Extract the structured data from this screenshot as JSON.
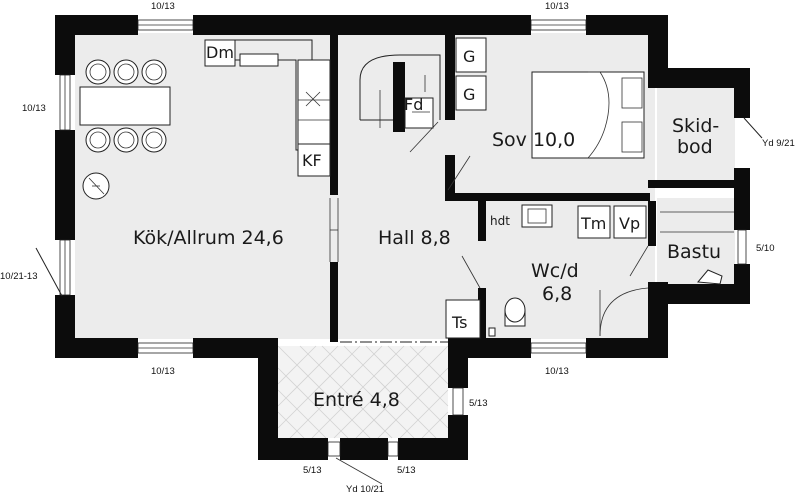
{
  "rooms": {
    "kitchen": "Kök/Allrum 24,6",
    "hall": "Hall 8,8",
    "bedroom": "Sov 10,0",
    "wc_line1": "Wc/d",
    "wc_line2": "6,8",
    "entrance": "Entré 4,8",
    "storage_line1": "Skid-",
    "storage_line2": "bod",
    "sauna": "Bastu"
  },
  "fixtures": {
    "dishwasher": "Dm",
    "fridge_freezer": "KF",
    "fireplace": "Fd",
    "wardrobe_1": "G",
    "wardrobe_2": "G",
    "dryer": "Tm",
    "heater": "Vp",
    "hdt": "hdt",
    "ts": "Ts"
  },
  "dimensions": {
    "top_left": "10/13",
    "top_right": "10/13",
    "left_upper": "10/13",
    "left_lower": "10/21-13",
    "bottom_left": "10/13",
    "bottom_right": "10/13",
    "right_door": "Yd 9/21",
    "sauna_window": "5/10",
    "entrance_side": "5/13",
    "entrance_bottom_left": "5/13",
    "entrance_bottom_right": "5/13",
    "front_door": "Yd 10/21"
  }
}
